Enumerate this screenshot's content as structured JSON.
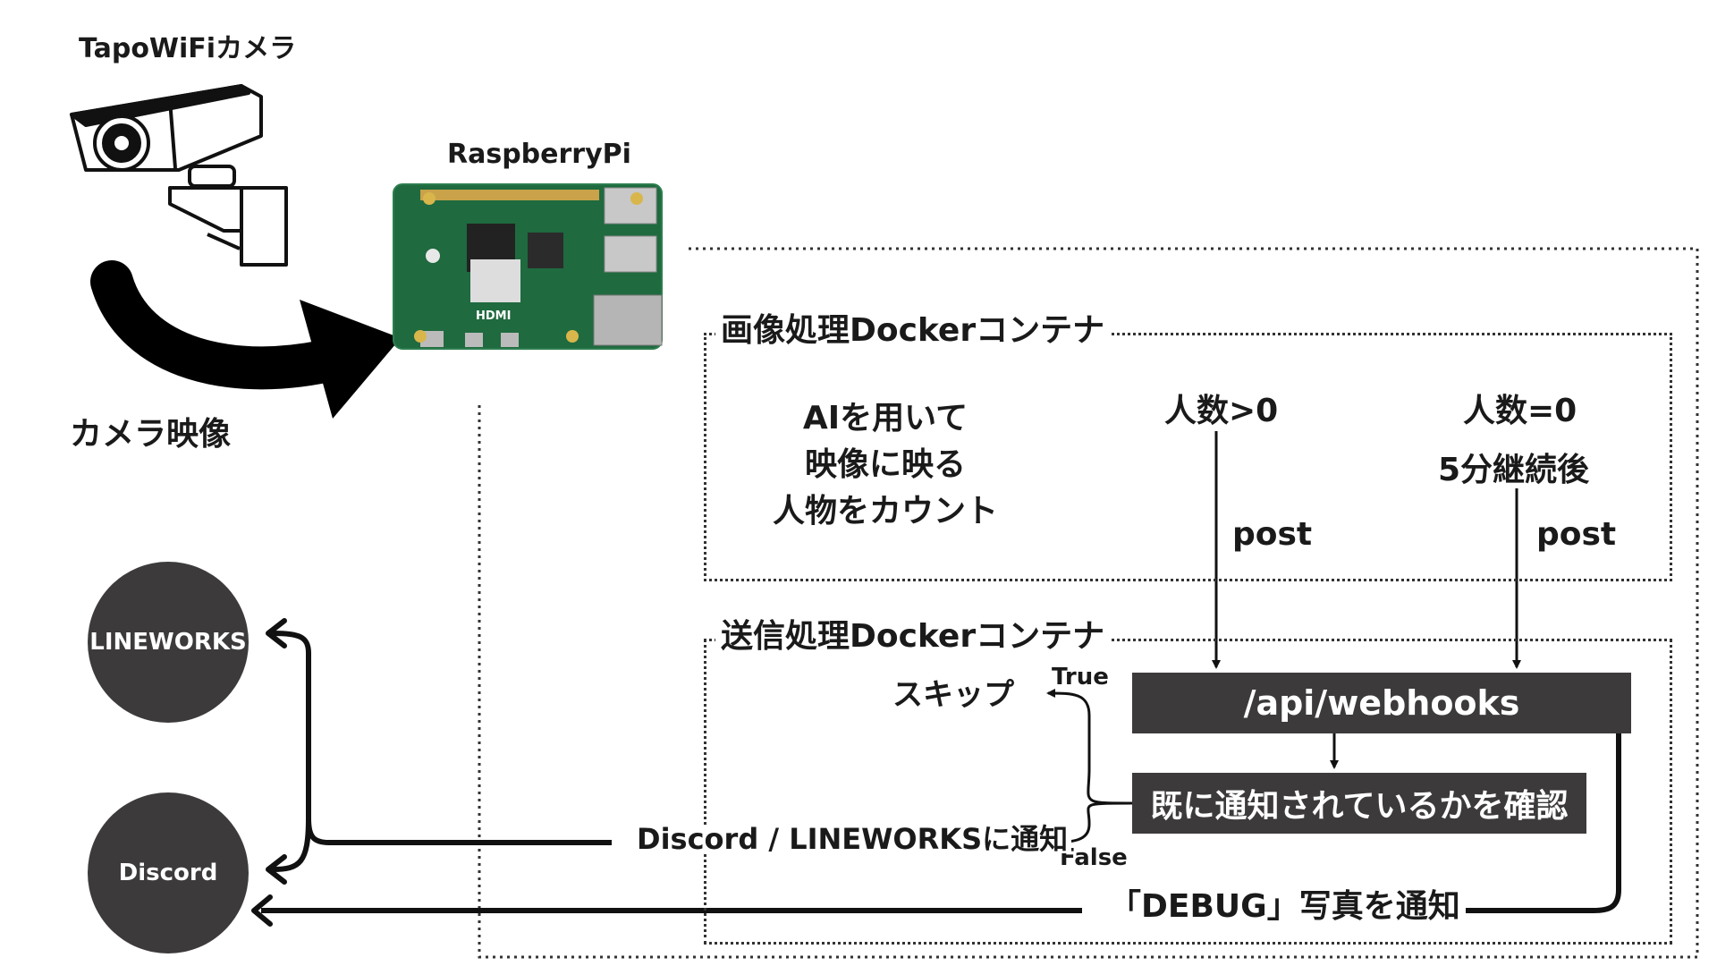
{
  "camera": {
    "label": "TapoWiFiカメラ",
    "icon": "security-camera-icon"
  },
  "camera_feed_label": "カメラ映像",
  "raspberry_pi": {
    "label": "RaspberryPi",
    "board_text": "HDMI",
    "icon": "raspberry-pi-board-icon"
  },
  "image_container": {
    "title": "画像処理Dockerコンテナ",
    "description_lines": [
      "AIを用いて",
      "映像に映る",
      "人物をカウント"
    ],
    "count_positive_label": "人数>0",
    "count_zero_label": "人数=0",
    "zero_duration_label": "5分継続後",
    "post_left": "post",
    "post_right": "post"
  },
  "send_container": {
    "title": "送信処理Dockerコンテナ",
    "webhook_endpoint": "/api/webhooks",
    "check_label": "既に通知されているかを確認",
    "true_label": "True",
    "false_label": "False",
    "skip_label": "スキップ",
    "notify_label": "Discord / LINEWORKSに通知",
    "debug_label": "「DEBUG」写真を通知"
  },
  "targets": {
    "lineworks": "LINEWORKS",
    "discord": "Discord"
  },
  "colors": {
    "dark_box": "#3d3a3b",
    "line": "#111111",
    "dotted": "#333333"
  }
}
